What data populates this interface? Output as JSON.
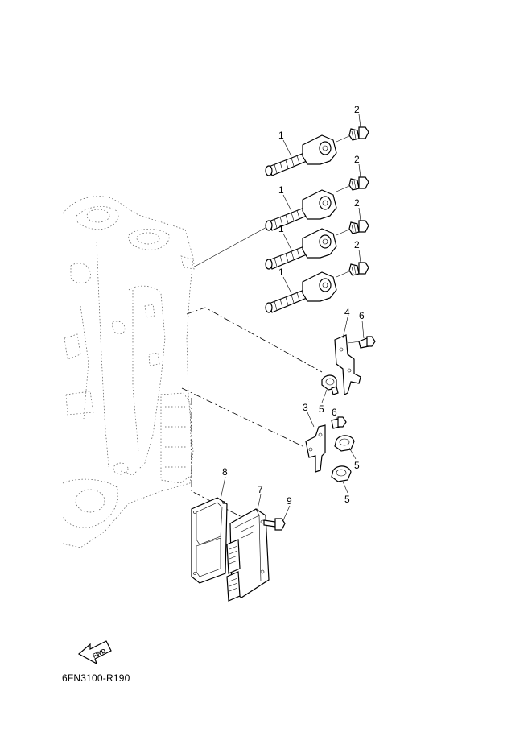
{
  "diagram_code": "6FN3100-R190",
  "fwd_label": "FWD",
  "callouts": {
    "c1a": "1",
    "c1b": "1",
    "c1c": "1",
    "c1d": "1",
    "c2a": "2",
    "c2b": "2",
    "c2c": "2",
    "c2d": "2",
    "c3": "3",
    "c4": "4",
    "c5a": "5",
    "c5b": "5",
    "c5c": "5",
    "c6a": "6",
    "c6b": "6",
    "c7": "7",
    "c8": "8",
    "c9": "9"
  }
}
